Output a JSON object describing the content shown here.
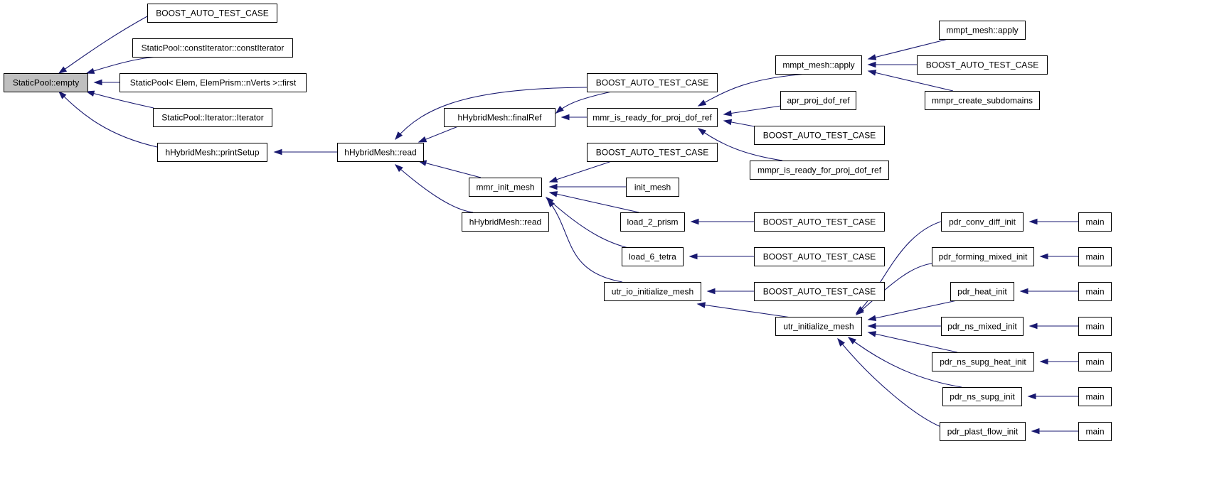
{
  "graph": {
    "nodes": [
      {
        "id": "n0",
        "label": "StaticPool::empty"
      },
      {
        "id": "n1",
        "label": "BOOST_AUTO_TEST_CASE"
      },
      {
        "id": "n2",
        "label": "StaticPool::constIterator::constIterator"
      },
      {
        "id": "n3",
        "label": "StaticPool< Elem, ElemPrism::nVerts >::first"
      },
      {
        "id": "n4",
        "label": "StaticPool::Iterator::Iterator"
      },
      {
        "id": "n5",
        "label": "hHybridMesh::printSetup"
      },
      {
        "id": "n6",
        "label": "hHybridMesh::read"
      },
      {
        "id": "n7",
        "label": "hHybridMesh::finalRef"
      },
      {
        "id": "n8",
        "label": "mmr_init_mesh"
      },
      {
        "id": "n9",
        "label": "hHybridMesh::read"
      },
      {
        "id": "n10",
        "label": "BOOST_AUTO_TEST_CASE"
      },
      {
        "id": "n11",
        "label": "mmr_is_ready_for_proj_dof_ref"
      },
      {
        "id": "n12",
        "label": "BOOST_AUTO_TEST_CASE"
      },
      {
        "id": "n13",
        "label": "init_mesh"
      },
      {
        "id": "n14",
        "label": "load_2_prism"
      },
      {
        "id": "n15",
        "label": "load_6_tetra"
      },
      {
        "id": "n16",
        "label": "utr_io_initialize_mesh"
      },
      {
        "id": "n17",
        "label": "mmpt_mesh::apply"
      },
      {
        "id": "n18",
        "label": "apr_proj_dof_ref"
      },
      {
        "id": "n19",
        "label": "BOOST_AUTO_TEST_CASE"
      },
      {
        "id": "n20",
        "label": "mmpr_is_ready_for_proj_dof_ref"
      },
      {
        "id": "n21",
        "label": "BOOST_AUTO_TEST_CASE"
      },
      {
        "id": "n22",
        "label": "BOOST_AUTO_TEST_CASE"
      },
      {
        "id": "n23",
        "label": "BOOST_AUTO_TEST_CASE"
      },
      {
        "id": "n24",
        "label": "utr_initialize_mesh"
      },
      {
        "id": "n25",
        "label": "mmpt_mesh::apply"
      },
      {
        "id": "n26",
        "label": "BOOST_AUTO_TEST_CASE"
      },
      {
        "id": "n27",
        "label": "mmpr_create_subdomains"
      },
      {
        "id": "n28",
        "label": "pdr_conv_diff_init"
      },
      {
        "id": "n29",
        "label": "pdr_forming_mixed_init"
      },
      {
        "id": "n30",
        "label": "pdr_heat_init"
      },
      {
        "id": "n31",
        "label": "pdr_ns_mixed_init"
      },
      {
        "id": "n32",
        "label": "pdr_ns_supg_heat_init"
      },
      {
        "id": "n33",
        "label": "pdr_ns_supg_init"
      },
      {
        "id": "n34",
        "label": "pdr_plast_flow_init"
      },
      {
        "id": "n35",
        "label": "main"
      },
      {
        "id": "n36",
        "label": "main"
      },
      {
        "id": "n37",
        "label": "main"
      },
      {
        "id": "n38",
        "label": "main"
      },
      {
        "id": "n39",
        "label": "main"
      },
      {
        "id": "n40",
        "label": "main"
      },
      {
        "id": "n41",
        "label": "main"
      }
    ],
    "edges": [
      {
        "from": "n1",
        "to": "n0"
      },
      {
        "from": "n2",
        "to": "n0"
      },
      {
        "from": "n3",
        "to": "n0"
      },
      {
        "from": "n4",
        "to": "n0"
      },
      {
        "from": "n5",
        "to": "n0"
      },
      {
        "from": "n6",
        "to": "n5"
      },
      {
        "from": "n10",
        "to": "n6"
      },
      {
        "from": "n7",
        "to": "n6"
      },
      {
        "from": "n8",
        "to": "n6"
      },
      {
        "from": "n9",
        "to": "n6"
      },
      {
        "from": "n10",
        "to": "n7"
      },
      {
        "from": "n11",
        "to": "n7"
      },
      {
        "from": "n12",
        "to": "n8"
      },
      {
        "from": "n13",
        "to": "n8"
      },
      {
        "from": "n14",
        "to": "n8"
      },
      {
        "from": "n15",
        "to": "n8"
      },
      {
        "from": "n16",
        "to": "n8"
      },
      {
        "from": "n17",
        "to": "n11"
      },
      {
        "from": "n18",
        "to": "n11"
      },
      {
        "from": "n19",
        "to": "n11"
      },
      {
        "from": "n20",
        "to": "n11"
      },
      {
        "from": "n21",
        "to": "n14"
      },
      {
        "from": "n22",
        "to": "n15"
      },
      {
        "from": "n23",
        "to": "n16"
      },
      {
        "from": "n24",
        "to": "n16"
      },
      {
        "from": "n25",
        "to": "n17"
      },
      {
        "from": "n26",
        "to": "n17"
      },
      {
        "from": "n27",
        "to": "n17"
      },
      {
        "from": "n28",
        "to": "n24"
      },
      {
        "from": "n29",
        "to": "n24"
      },
      {
        "from": "n30",
        "to": "n24"
      },
      {
        "from": "n31",
        "to": "n24"
      },
      {
        "from": "n32",
        "to": "n24"
      },
      {
        "from": "n33",
        "to": "n24"
      },
      {
        "from": "n34",
        "to": "n24"
      },
      {
        "from": "n35",
        "to": "n28"
      },
      {
        "from": "n36",
        "to": "n29"
      },
      {
        "from": "n37",
        "to": "n30"
      },
      {
        "from": "n38",
        "to": "n31"
      },
      {
        "from": "n39",
        "to": "n32"
      },
      {
        "from": "n40",
        "to": "n33"
      },
      {
        "from": "n41",
        "to": "n34"
      }
    ],
    "highlighted_node": "n0",
    "colors": {
      "edge": "#191970",
      "root_fill": "#bfbfbf",
      "node_fill": "#ffffff",
      "node_border": "#000000",
      "text": "#000000"
    }
  }
}
